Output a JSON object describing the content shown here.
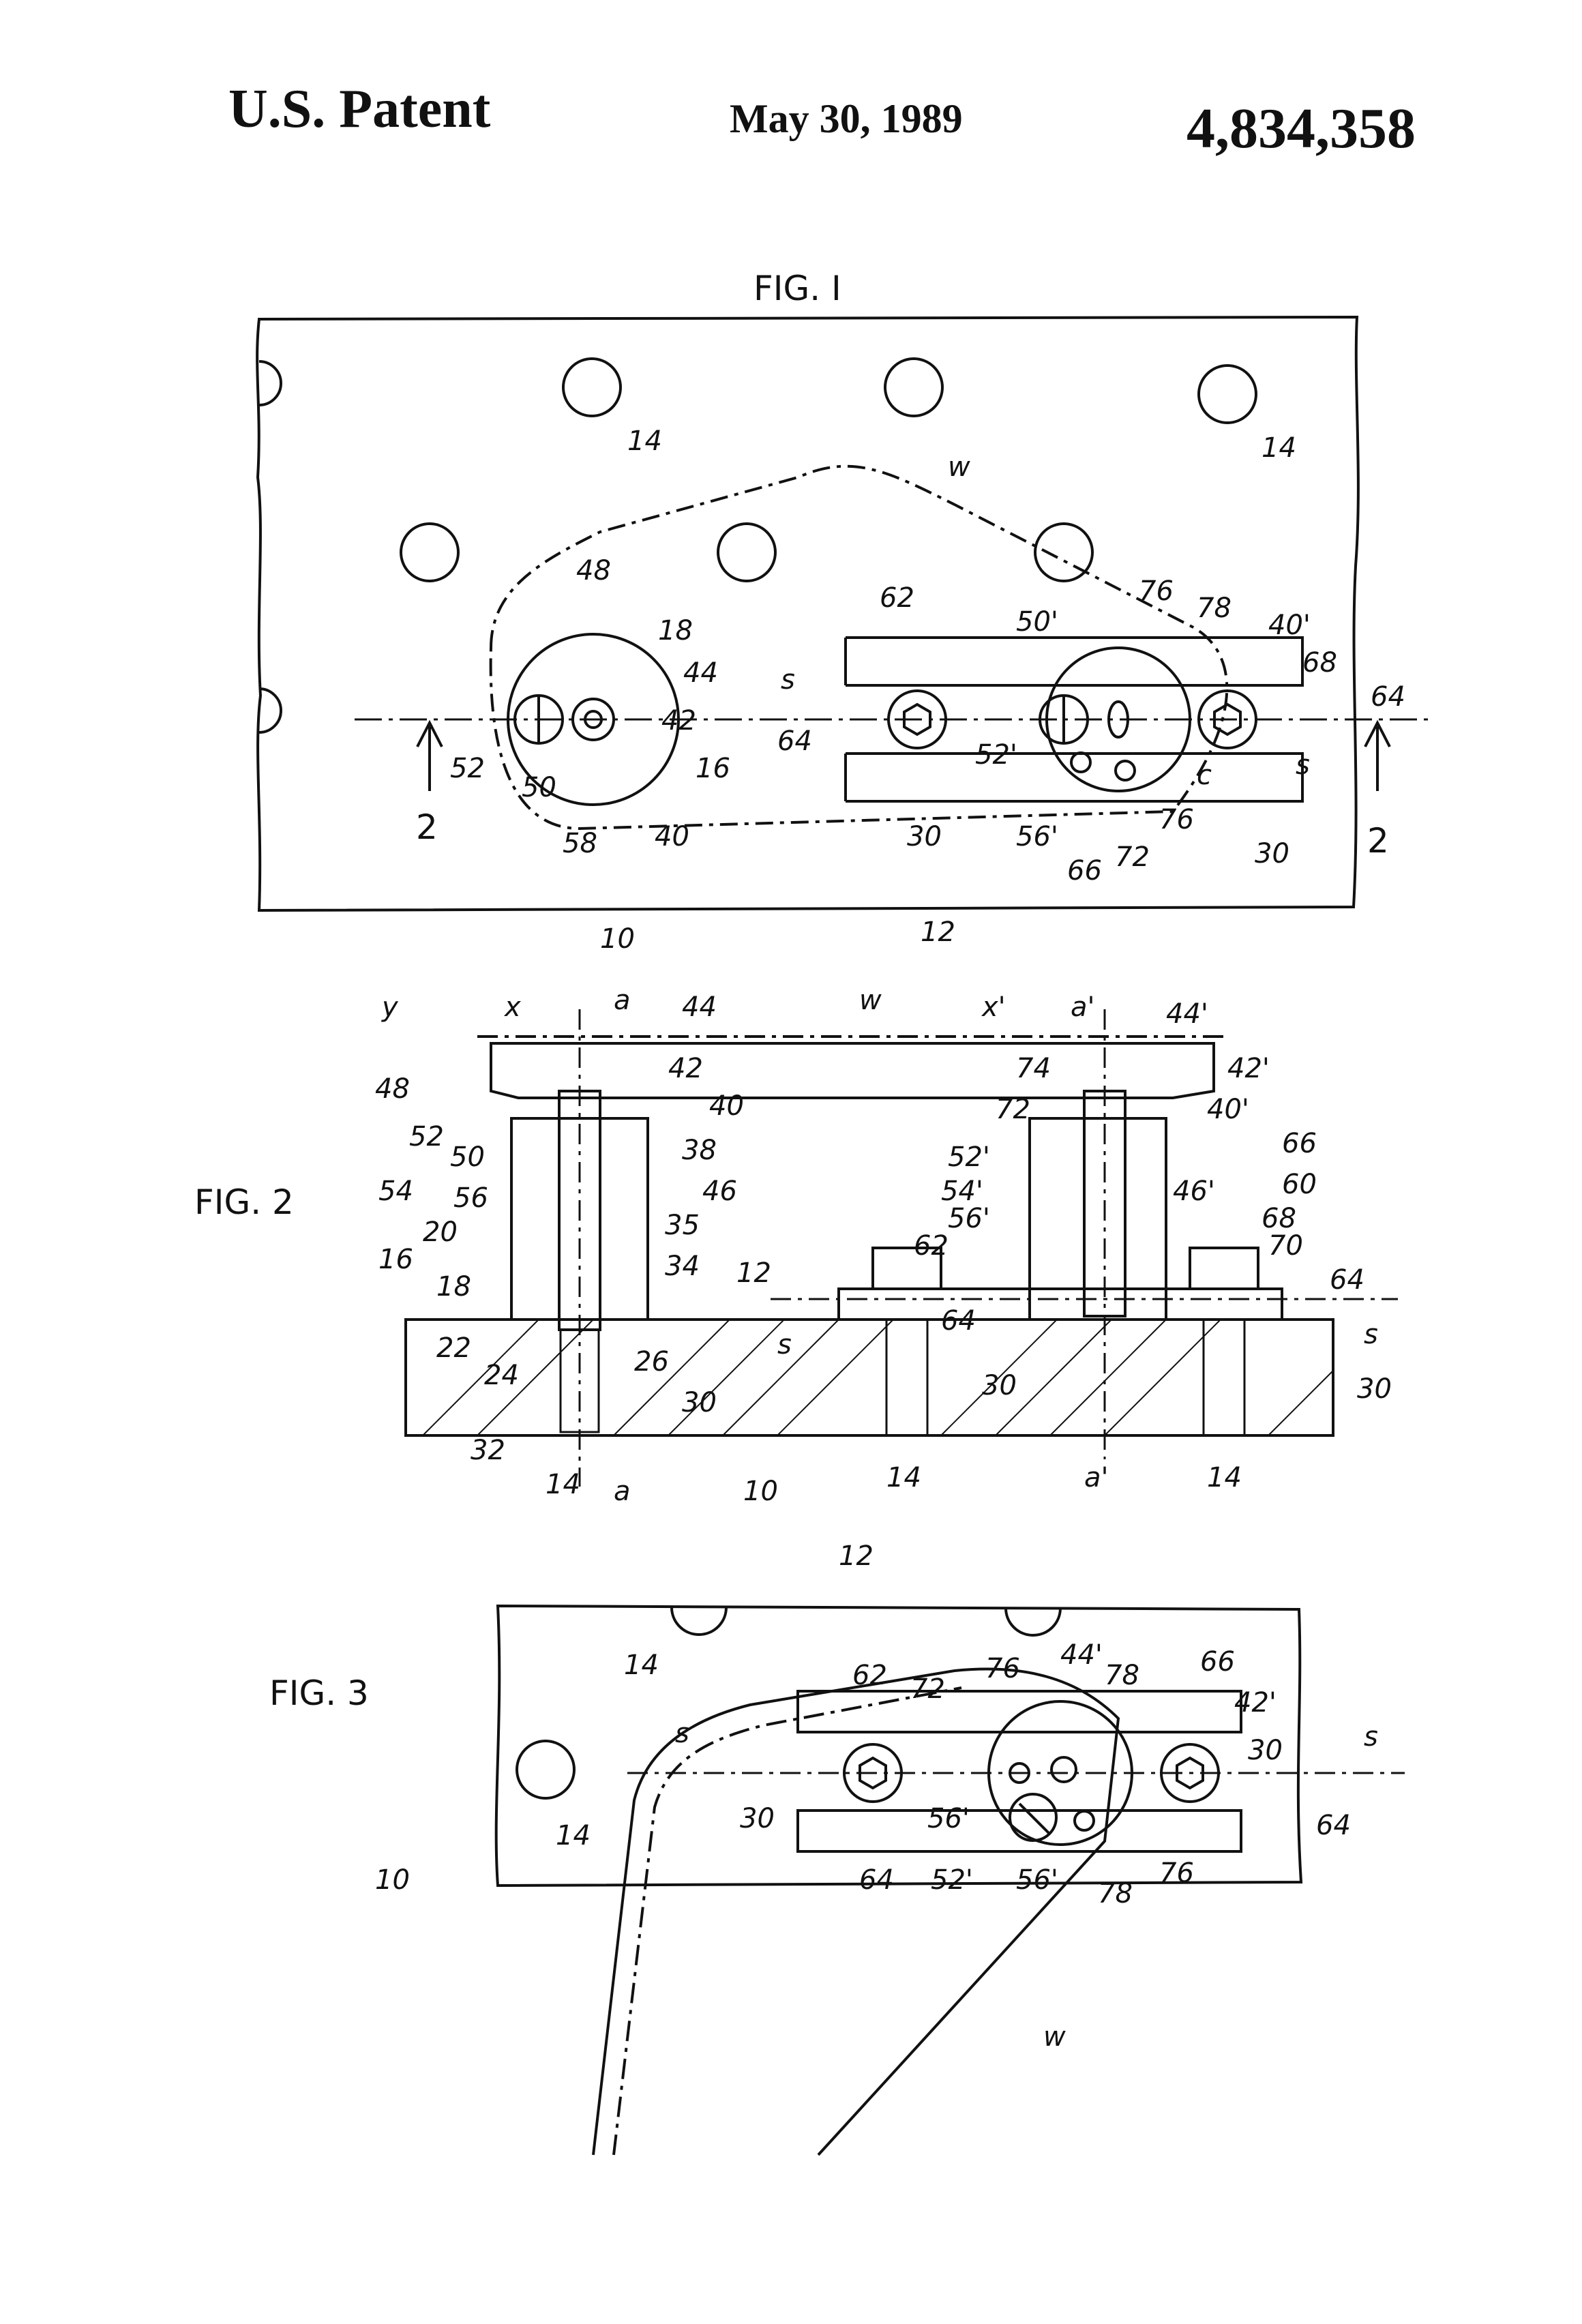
{
  "header": {
    "left": "U.S. Patent",
    "date": "May 30, 1989",
    "number": "4,834,358"
  },
  "figures": {
    "fig1": {
      "title": "FIG. I",
      "labels": [
        "14",
        "14",
        "w",
        "48",
        "18",
        "44",
        "42",
        "16",
        "50",
        "52",
        "58",
        "40",
        "62",
        "50'",
        "76",
        "78",
        "40'",
        "68",
        "64",
        "s",
        "64",
        "52'",
        "30",
        "c",
        "56'",
        "76",
        "72",
        "66",
        "30",
        "s",
        "2",
        "2",
        "10",
        "12"
      ]
    },
    "fig2": {
      "title": "FIG. 2",
      "labels": [
        "y",
        "x",
        "a",
        "44",
        "w",
        "x'",
        "a'",
        "44'",
        "42",
        "40",
        "74",
        "42'",
        "48",
        "52",
        "50",
        "72",
        "40'",
        "66",
        "38",
        "46",
        "52'",
        "60",
        "54",
        "56",
        "54'",
        "46'",
        "68",
        "56'",
        "20",
        "35",
        "34",
        "62",
        "70",
        "16",
        "18",
        "64",
        "12",
        "s",
        "22",
        "24",
        "26",
        "64",
        "s",
        "30",
        "30",
        "30",
        "32",
        "14",
        "a",
        "10",
        "14",
        "a'",
        "14"
      ]
    },
    "fig3": {
      "title": "FIG. 3",
      "labels": [
        "12",
        "14",
        "62",
        "72",
        "76",
        "44'",
        "78",
        "66",
        "42'",
        "s",
        "30",
        "s",
        "30",
        "56'",
        "64",
        "52'",
        "56'",
        "78",
        "76",
        "64",
        "14",
        "10",
        "w"
      ]
    }
  }
}
